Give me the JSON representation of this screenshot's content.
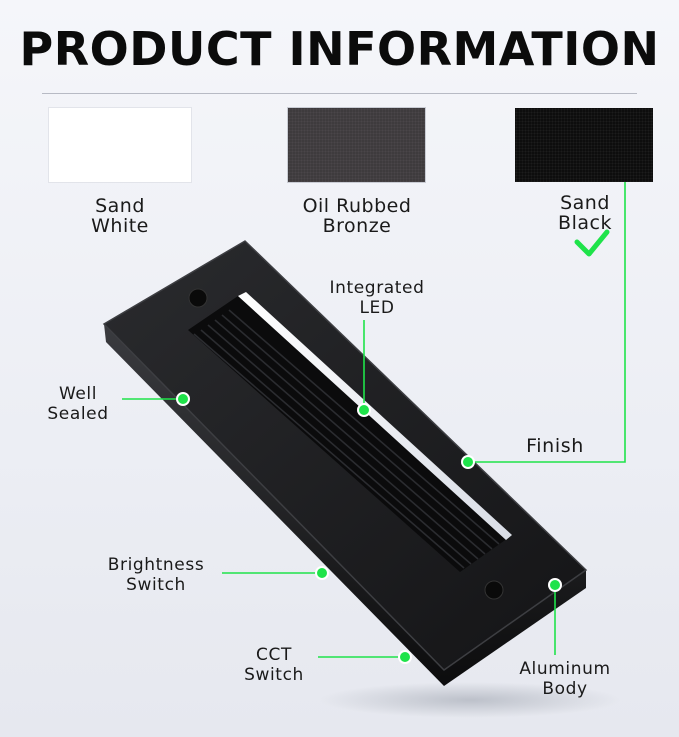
{
  "title": "PRODUCT INFORMATION",
  "finishes": [
    {
      "line1": "Sand",
      "line2": "White",
      "color": "#ffffff"
    },
    {
      "line1": "Oil Rubbed",
      "line2": "Bronze",
      "color": "#3e3b3d"
    },
    {
      "line1": "Sand",
      "line2": "Black",
      "color": "#0d0d0d",
      "selected": true
    }
  ],
  "callouts": {
    "integrated_led": {
      "line1": "Integrated",
      "line2": "LED"
    },
    "well_sealed": {
      "line1": "Well",
      "line2": "Sealed"
    },
    "finish": {
      "line1": "Finish"
    },
    "brightness_switch": {
      "line1": "Brightness",
      "line2": "Switch"
    },
    "cct_switch": {
      "line1": "CCT",
      "line2": "Switch"
    },
    "aluminum_body": {
      "line1": "Aluminum",
      "line2": "Body"
    }
  },
  "colors": {
    "accent": "#1fe34a",
    "housing": "#1a1a1a",
    "diffuser": "#f2f4f8"
  },
  "icons": {
    "selected_marker": "checkmark-icon"
  }
}
